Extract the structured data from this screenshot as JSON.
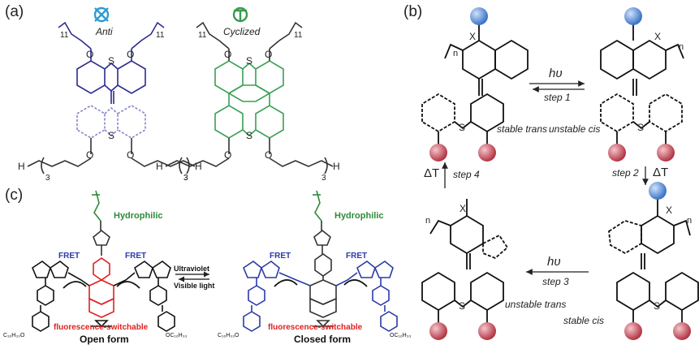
{
  "panels": {
    "a": {
      "label": "(a)",
      "anti_caption": "Anti",
      "cyclized_caption": "Cyclized",
      "sub_11": "11",
      "sub_3": "3",
      "atom_O": "O",
      "atom_S": "S",
      "atom_H": "H",
      "colors": {
        "anti": "#2b2b8f",
        "anti_light": "#7a7ac0",
        "cyclized": "#3aa055",
        "cyclized_light": "#84c08f",
        "icon_anti": "#3aa0d0"
      }
    },
    "b": {
      "label": "(b)",
      "hv": "hυ",
      "step1": "step 1",
      "step2": "step 2",
      "step3": "step 3",
      "step4": "step 4",
      "delta_t": "ΔT",
      "stable_trans": "stable trans",
      "unstable_cis": "unstable cis",
      "unstable_trans": "unstable trans",
      "stable_cis": "stable cis",
      "atom_X": "X",
      "atom_n": "n",
      "atom_S": "S",
      "colors": {
        "blue_ball": "#4a86d4",
        "red_ball": "#c44a55"
      }
    },
    "c": {
      "label": "(c)",
      "hydrophilic": "Hydrophilic",
      "fret": "FRET",
      "ultraviolet": "Ultraviolet",
      "visible_light": "Visible light",
      "switchable": "fluorescence-switchable",
      "open_form": "Open form",
      "closed_form": "Closed form",
      "chain_left": "C₁₆H₃₃O",
      "chain_right": "OC₁₆H₃₃",
      "colors": {
        "green": "#2e8b3a",
        "red": "#e02020",
        "blue": "#2a3aa8",
        "black": "#111111"
      }
    }
  }
}
